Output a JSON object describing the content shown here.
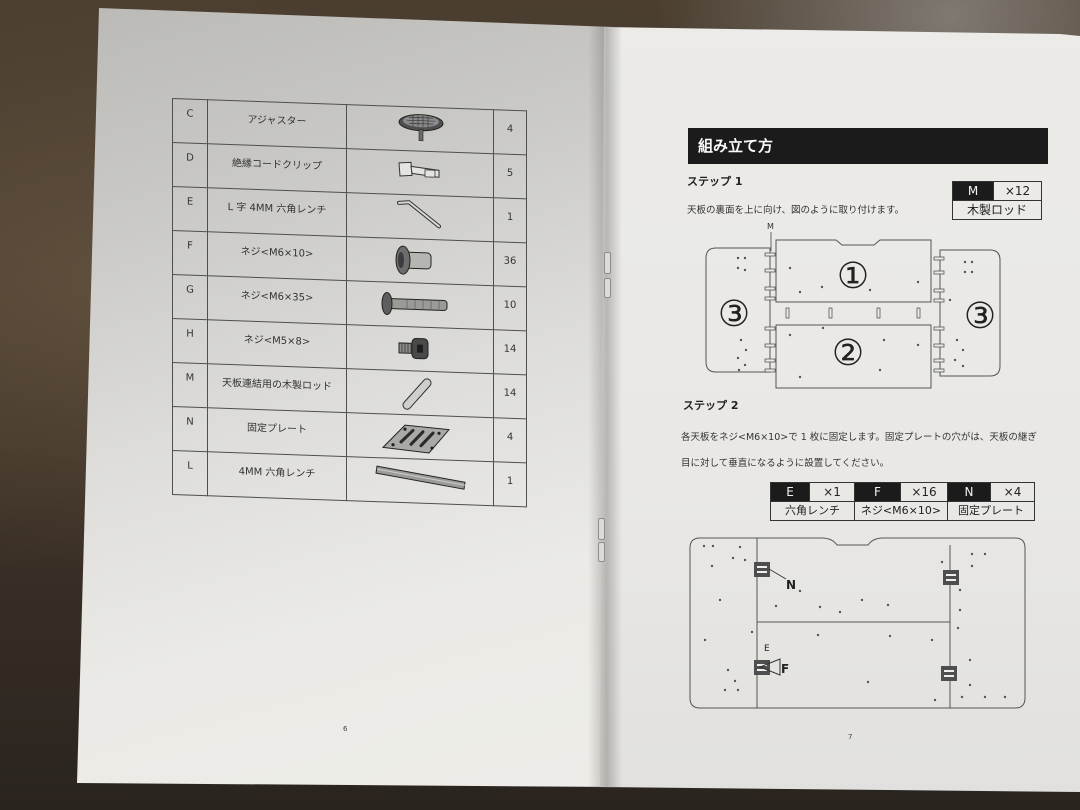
{
  "left_page": {
    "parts_table": {
      "rows": [
        {
          "code": "C",
          "name": "アジャスター",
          "icon": "adjuster-foot-icon",
          "qty": "4"
        },
        {
          "code": "D",
          "name": "絶縁コードクリップ",
          "icon": "cord-clip-icon",
          "qty": "5"
        },
        {
          "code": "E",
          "name": "L 字 4MM 六角レンチ",
          "icon": "l-hex-wrench-icon",
          "qty": "1"
        },
        {
          "code": "F",
          "name": "ネジ<M6×10>",
          "icon": "screw-m6x10-icon",
          "qty": "36"
        },
        {
          "code": "G",
          "name": "ネジ<M6×35>",
          "icon": "screw-m6x35-icon",
          "qty": "10"
        },
        {
          "code": "H",
          "name": "ネジ<M5×8>",
          "icon": "screw-m5x8-icon",
          "qty": "14"
        },
        {
          "code": "M",
          "name": "天板連結用の木製ロッド",
          "icon": "wooden-dowel-icon",
          "qty": "14"
        },
        {
          "code": "N",
          "name": "固定プレート",
          "icon": "fixing-plate-icon",
          "qty": "4"
        },
        {
          "code": "L",
          "name": "4MM 六角レンチ",
          "icon": "hex-wrench-icon",
          "qty": "1"
        }
      ]
    },
    "page_number": "6"
  },
  "right_page": {
    "section_title": "組み立て方",
    "step1": {
      "heading": "ステップ 1",
      "instruction": "天板の裏面を上に向け、図のように取り付けます。",
      "parts_badge": {
        "code": "M",
        "qty": "×12",
        "name": "木製ロッド"
      },
      "diagram": {
        "rod_label": "M",
        "panel_labels": {
          "left": "③",
          "top": "①",
          "bottom": "②",
          "right": "③"
        }
      }
    },
    "step2": {
      "heading": "ステップ 2",
      "instruction_lines": [
        "各天板をネジ<M6×10>で 1 枚に固定します。固定プレートの穴がは、天板の継ぎ",
        "目に対して垂直になるように設置してください。"
      ],
      "parts": [
        {
          "code": "E",
          "qty": "×1",
          "name": "六角レンチ"
        },
        {
          "code": "F",
          "qty": "×16",
          "name": "ネジ<M6×10>"
        },
        {
          "code": "N",
          "qty": "×4",
          "name": "固定プレート"
        }
      ],
      "diagram": {
        "plate_label": "N",
        "wrench_label": "E",
        "screw_label": "F"
      }
    },
    "page_number": "7"
  },
  "colors": {
    "background": "#3f3328",
    "paper": "#ecebe8",
    "ink": "#2e2e2e",
    "header_bar": "#1b1b1b"
  }
}
